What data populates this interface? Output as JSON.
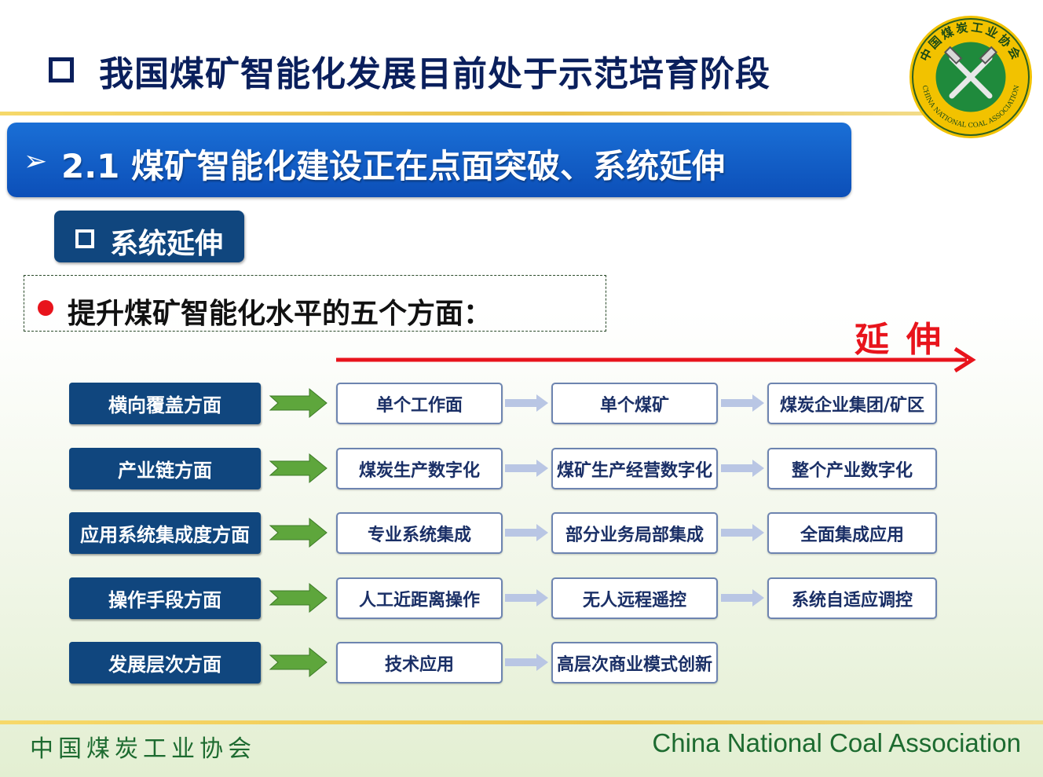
{
  "header": {
    "title": "我国煤矿智能化发展目前处于示范培育阶段",
    "logo": {
      "icon": "coal-association-logo",
      "ring_text_cn": "中国煤炭工业协会",
      "ring_text_en": "CHINA NATIONAL COAL ASSOCIATION"
    }
  },
  "section": {
    "bullet": "➢",
    "title": "2.1 煤矿智能化建设正在点面突破、系统延伸"
  },
  "subsection": {
    "title": "系统延伸"
  },
  "note": {
    "text": "提升煤矿智能化水平的五个方面："
  },
  "extension": {
    "label": "延伸"
  },
  "rows": [
    {
      "category": "横向覆盖方面",
      "steps": [
        "单个工作面",
        "单个煤矿",
        "煤炭企业集团/矿区"
      ]
    },
    {
      "category": "产业链方面",
      "steps": [
        "煤炭生产数字化",
        "煤矿生产经营数字化",
        "整个产业数字化"
      ]
    },
    {
      "category": "应用系统集成度方面",
      "steps": [
        "专业系统集成",
        "部分业务局部集成",
        "全面集成应用"
      ]
    },
    {
      "category": "操作手段方面",
      "steps": [
        "人工近距离操作",
        "无人远程遥控",
        "系统自适应调控"
      ]
    },
    {
      "category": "发展层次方面",
      "steps": [
        "技术应用",
        "高层次商业模式创新"
      ]
    }
  ],
  "footer": {
    "org_cn": "中国煤炭工业协会",
    "org_en": "China National Coal Association"
  },
  "colors": {
    "navy": "#10467e",
    "banner_blue": "#0c4fb8",
    "accent_red": "#e8141c",
    "arrow_green": "#5ea63c",
    "footer_green": "#1d6b30",
    "gold": "#eec64f"
  }
}
